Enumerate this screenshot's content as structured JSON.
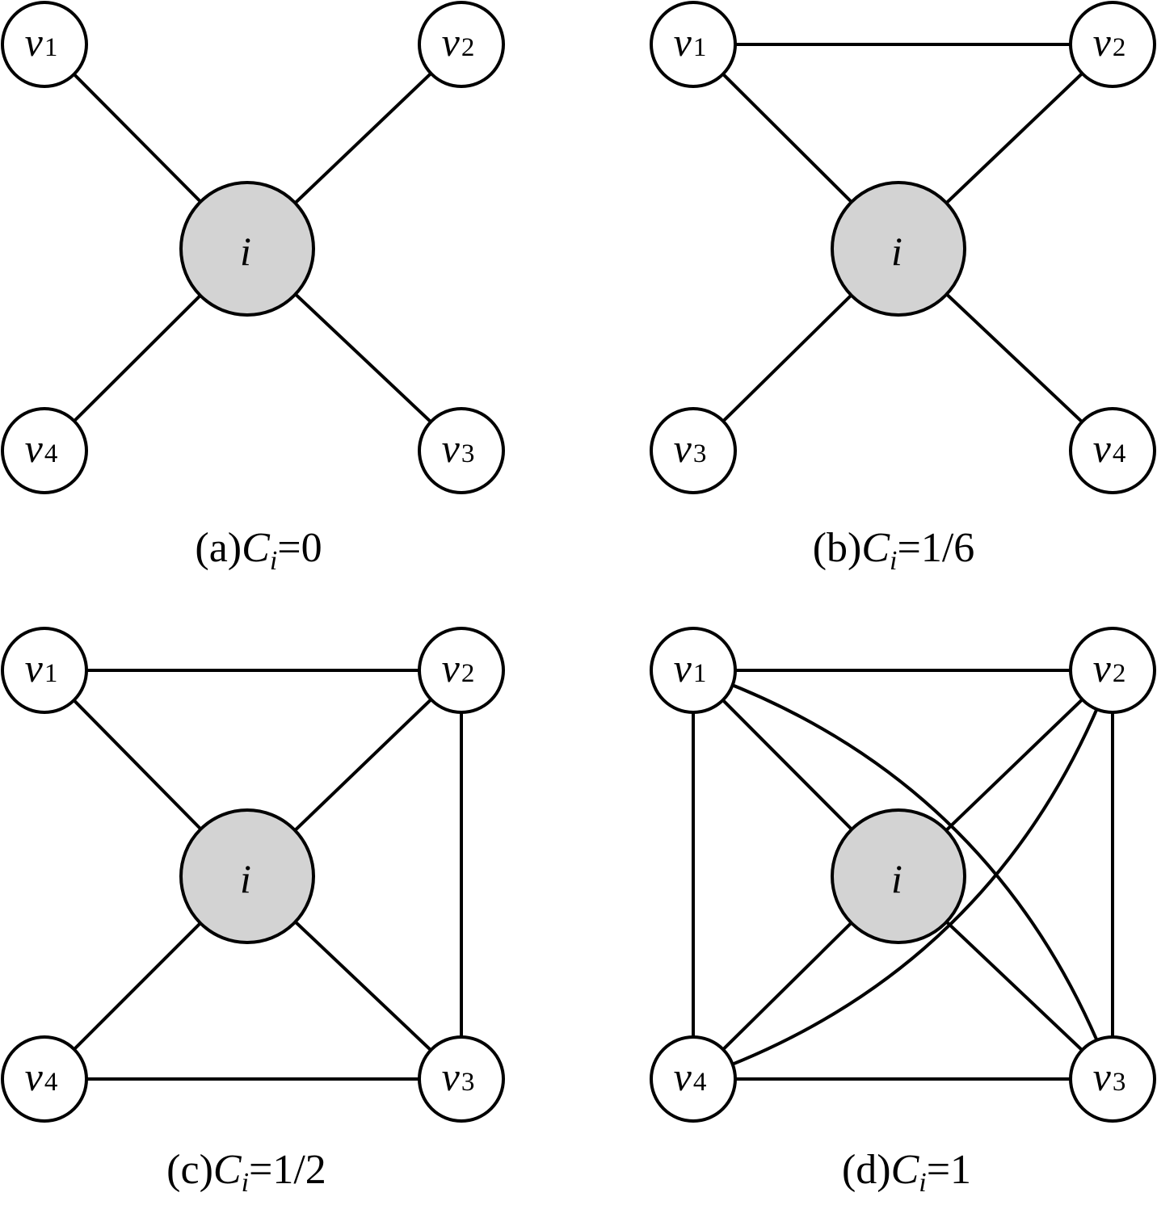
{
  "colors": {
    "stroke": "#000000",
    "outer_node_fill": "#ffffff",
    "center_node_fill": "#d3d3d3",
    "background": "#ffffff"
  },
  "panels": [
    {
      "id": "a",
      "center_label": "i",
      "nodes": [
        {
          "var": "v",
          "sub": "1"
        },
        {
          "var": "v",
          "sub": "2"
        },
        {
          "var": "v",
          "sub": "4"
        },
        {
          "var": "v",
          "sub": "3"
        }
      ],
      "edges": [
        [
          "i",
          0
        ],
        [
          "i",
          1
        ],
        [
          "i",
          2
        ],
        [
          "i",
          3
        ]
      ],
      "caption": {
        "prefix": "(a)",
        "symbol": "C",
        "sub": "i",
        "value": "=0"
      }
    },
    {
      "id": "b",
      "center_label": "i",
      "nodes": [
        {
          "var": "v",
          "sub": "1"
        },
        {
          "var": "v",
          "sub": "2"
        },
        {
          "var": "v",
          "sub": "3"
        },
        {
          "var": "v",
          "sub": "4"
        }
      ],
      "edges": [
        [
          "i",
          0
        ],
        [
          "i",
          1
        ],
        [
          "i",
          2
        ],
        [
          "i",
          3
        ],
        [
          0,
          1
        ]
      ],
      "caption": {
        "prefix": "(b)",
        "symbol": "C",
        "sub": "i",
        "value": "=1/6"
      }
    },
    {
      "id": "c",
      "center_label": "i",
      "nodes": [
        {
          "var": "v",
          "sub": "1"
        },
        {
          "var": "v",
          "sub": "2"
        },
        {
          "var": "v",
          "sub": "4"
        },
        {
          "var": "v",
          "sub": "3"
        }
      ],
      "edges": [
        [
          "i",
          0
        ],
        [
          "i",
          1
        ],
        [
          "i",
          2
        ],
        [
          "i",
          3
        ],
        [
          0,
          1
        ],
        [
          1,
          3
        ],
        [
          2,
          3
        ]
      ],
      "caption": {
        "prefix": "(c)",
        "symbol": "C",
        "sub": "i",
        "value": "=1/2"
      }
    },
    {
      "id": "d",
      "center_label": "i",
      "nodes": [
        {
          "var": "v",
          "sub": "1"
        },
        {
          "var": "v",
          "sub": "2"
        },
        {
          "var": "v",
          "sub": "4"
        },
        {
          "var": "v",
          "sub": "3"
        }
      ],
      "edges": [
        [
          "i",
          0
        ],
        [
          "i",
          1
        ],
        [
          "i",
          2
        ],
        [
          "i",
          3
        ],
        [
          0,
          1
        ],
        [
          0,
          2
        ],
        [
          1,
          3
        ],
        [
          2,
          3
        ],
        [
          0,
          3,
          "curve"
        ],
        [
          1,
          2,
          "curve"
        ]
      ],
      "caption": {
        "prefix": "(d)",
        "symbol": "C",
        "sub": "i",
        "value": "=1"
      }
    }
  ]
}
